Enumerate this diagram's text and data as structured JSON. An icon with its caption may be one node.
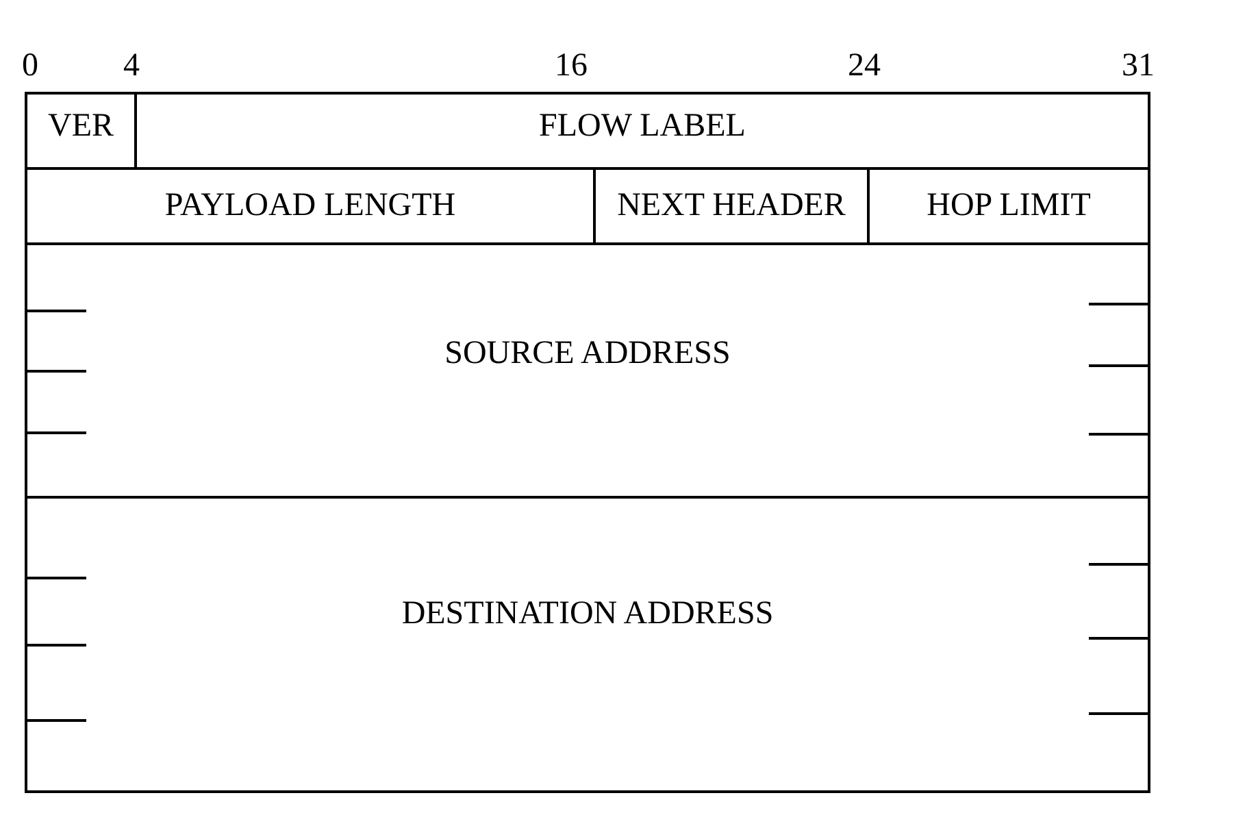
{
  "diagram": {
    "nodes": [
      {
        "text": [
          "VER"
        ]
      },
      {
        "text": [
          "FLOW LABEL"
        ]
      },
      {
        "text": [
          "PAYLOAD LENGTH"
        ]
      },
      {
        "text": [
          "NEXT HEADER"
        ]
      },
      {
        "text": [
          "HOP LIMIT"
        ]
      },
      {
        "text": [
          "SOURCE ADDRESS"
        ]
      },
      {
        "text": [
          "DESTINATION ADDRESS"
        ]
      }
    ],
    "edges": [],
    "labels": [
      "0",
      "4",
      "16",
      "24",
      "31"
    ]
  }
}
